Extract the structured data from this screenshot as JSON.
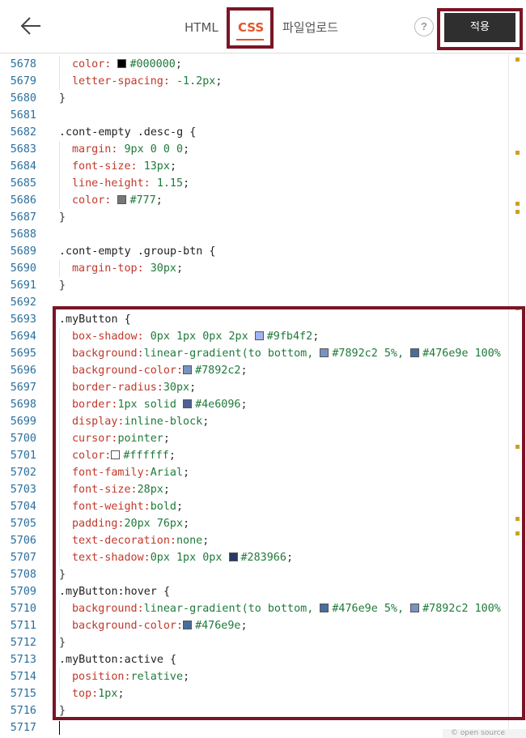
{
  "header": {
    "tabs": [
      "HTML",
      "CSS",
      "파일업로드"
    ],
    "active_tab": "CSS",
    "help_label": "?",
    "apply_label": "적용"
  },
  "editor": {
    "accent_color": "#e2572b",
    "highlight_color": "#7a1526",
    "lines": [
      {
        "n": "5678",
        "ind": 1,
        "segs": [
          [
            "p",
            "color: "
          ],
          [
            "sw",
            "#000000"
          ],
          [
            "v",
            "#000000"
          ],
          [
            "c",
            ";"
          ]
        ]
      },
      {
        "n": "5679",
        "ind": 1,
        "segs": [
          [
            "p",
            "letter-spacing: "
          ],
          [
            "v",
            "-1.2px"
          ],
          [
            "c",
            ";"
          ]
        ]
      },
      {
        "n": "5680",
        "ind": 0,
        "segs": [
          [
            "c",
            "}"
          ]
        ]
      },
      {
        "n": "5681",
        "ind": 0,
        "segs": []
      },
      {
        "n": "5682",
        "ind": 0,
        "segs": [
          [
            "s",
            ".cont-empty .desc-g {"
          ]
        ]
      },
      {
        "n": "5683",
        "ind": 1,
        "segs": [
          [
            "p",
            "margin: "
          ],
          [
            "v",
            "9px 0 0 0"
          ],
          [
            "c",
            ";"
          ]
        ]
      },
      {
        "n": "5684",
        "ind": 1,
        "segs": [
          [
            "p",
            "font-size: "
          ],
          [
            "v",
            "13px"
          ],
          [
            "c",
            ";"
          ]
        ]
      },
      {
        "n": "5685",
        "ind": 1,
        "segs": [
          [
            "p",
            "line-height: "
          ],
          [
            "v",
            "1.15"
          ],
          [
            "c",
            ";"
          ]
        ]
      },
      {
        "n": "5686",
        "ind": 1,
        "segs": [
          [
            "p",
            "color: "
          ],
          [
            "sw",
            "#777777"
          ],
          [
            "v",
            "#777"
          ],
          [
            "c",
            ";"
          ]
        ]
      },
      {
        "n": "5687",
        "ind": 0,
        "segs": [
          [
            "c",
            "}"
          ]
        ]
      },
      {
        "n": "5688",
        "ind": 0,
        "segs": []
      },
      {
        "n": "5689",
        "ind": 0,
        "segs": [
          [
            "s",
            ".cont-empty .group-btn {"
          ]
        ]
      },
      {
        "n": "5690",
        "ind": 1,
        "segs": [
          [
            "p",
            "margin-top: "
          ],
          [
            "v",
            "30px"
          ],
          [
            "c",
            ";"
          ]
        ]
      },
      {
        "n": "5691",
        "ind": 0,
        "segs": [
          [
            "c",
            "}"
          ]
        ]
      },
      {
        "n": "5692",
        "ind": 0,
        "segs": []
      },
      {
        "n": "5693",
        "ind": 0,
        "segs": [
          [
            "s",
            ".myButton {"
          ]
        ]
      },
      {
        "n": "5694",
        "ind": 1,
        "segs": [
          [
            "p",
            "box-shadow: "
          ],
          [
            "v",
            "0px 1px 0px 2px "
          ],
          [
            "sw",
            "#9fb4f2"
          ],
          [
            "v",
            "#9fb4f2"
          ],
          [
            "c",
            ";"
          ]
        ]
      },
      {
        "n": "5695",
        "ind": 1,
        "segs": [
          [
            "p",
            "background:"
          ],
          [
            "v",
            "linear-gradient(to bottom, "
          ],
          [
            "sw",
            "#7892c2"
          ],
          [
            "v",
            "#7892c2 5%, "
          ],
          [
            "sw",
            "#476e9e"
          ],
          [
            "v",
            "#476e9e 100%"
          ]
        ]
      },
      {
        "n": "5696",
        "ind": 1,
        "segs": [
          [
            "p",
            "background-color:"
          ],
          [
            "sw",
            "#7892c2"
          ],
          [
            "v",
            "#7892c2"
          ],
          [
            "c",
            ";"
          ]
        ]
      },
      {
        "n": "5697",
        "ind": 1,
        "segs": [
          [
            "p",
            "border-radius:"
          ],
          [
            "v",
            "30px"
          ],
          [
            "c",
            ";"
          ]
        ]
      },
      {
        "n": "5698",
        "ind": 1,
        "segs": [
          [
            "p",
            "border:"
          ],
          [
            "v",
            "1px solid "
          ],
          [
            "sw",
            "#4e6096"
          ],
          [
            "v",
            "#4e6096"
          ],
          [
            "c",
            ";"
          ]
        ]
      },
      {
        "n": "5699",
        "ind": 1,
        "segs": [
          [
            "p",
            "display:"
          ],
          [
            "v",
            "inline-block"
          ],
          [
            "c",
            ";"
          ]
        ]
      },
      {
        "n": "5700",
        "ind": 1,
        "segs": [
          [
            "p",
            "cursor:"
          ],
          [
            "v",
            "pointer"
          ],
          [
            "c",
            ";"
          ]
        ]
      },
      {
        "n": "5701",
        "ind": 1,
        "segs": [
          [
            "p",
            "color:"
          ],
          [
            "sw",
            "#ffffff"
          ],
          [
            "v",
            "#ffffff"
          ],
          [
            "c",
            ";"
          ]
        ]
      },
      {
        "n": "5702",
        "ind": 1,
        "segs": [
          [
            "p",
            "font-family:"
          ],
          [
            "v",
            "Arial"
          ],
          [
            "c",
            ";"
          ]
        ]
      },
      {
        "n": "5703",
        "ind": 1,
        "segs": [
          [
            "p",
            "font-size:"
          ],
          [
            "v",
            "28px"
          ],
          [
            "c",
            ";"
          ]
        ]
      },
      {
        "n": "5704",
        "ind": 1,
        "segs": [
          [
            "p",
            "font-weight:"
          ],
          [
            "v",
            "bold"
          ],
          [
            "c",
            ";"
          ]
        ]
      },
      {
        "n": "5705",
        "ind": 1,
        "segs": [
          [
            "p",
            "padding:"
          ],
          [
            "v",
            "20px 76px"
          ],
          [
            "c",
            ";"
          ]
        ]
      },
      {
        "n": "5706",
        "ind": 1,
        "segs": [
          [
            "p",
            "text-decoration:"
          ],
          [
            "v",
            "none"
          ],
          [
            "c",
            ";"
          ]
        ]
      },
      {
        "n": "5707",
        "ind": 1,
        "segs": [
          [
            "p",
            "text-shadow:"
          ],
          [
            "v",
            "0px 1px 0px "
          ],
          [
            "sw",
            "#283966"
          ],
          [
            "v",
            "#283966"
          ],
          [
            "c",
            ";"
          ]
        ]
      },
      {
        "n": "5708",
        "ind": 0,
        "segs": [
          [
            "c",
            "}"
          ]
        ]
      },
      {
        "n": "5709",
        "ind": 0,
        "segs": [
          [
            "s",
            ".myButton:hover {"
          ]
        ]
      },
      {
        "n": "5710",
        "ind": 1,
        "segs": [
          [
            "p",
            "background:"
          ],
          [
            "v",
            "linear-gradient(to bottom, "
          ],
          [
            "sw",
            "#476e9e"
          ],
          [
            "v",
            "#476e9e 5%, "
          ],
          [
            "sw",
            "#7892c2"
          ],
          [
            "v",
            "#7892c2 100%"
          ]
        ]
      },
      {
        "n": "5711",
        "ind": 1,
        "segs": [
          [
            "p",
            "background-color:"
          ],
          [
            "sw",
            "#476e9e"
          ],
          [
            "v",
            "#476e9e"
          ],
          [
            "c",
            ";"
          ]
        ]
      },
      {
        "n": "5712",
        "ind": 0,
        "segs": [
          [
            "c",
            "}"
          ]
        ]
      },
      {
        "n": "5713",
        "ind": 0,
        "segs": [
          [
            "s",
            ".myButton:active {"
          ]
        ]
      },
      {
        "n": "5714",
        "ind": 1,
        "segs": [
          [
            "p",
            "position:"
          ],
          [
            "v",
            "relative"
          ],
          [
            "c",
            ";"
          ]
        ]
      },
      {
        "n": "5715",
        "ind": 1,
        "segs": [
          [
            "p",
            "top:"
          ],
          [
            "v",
            "1px"
          ],
          [
            "c",
            ";"
          ]
        ]
      },
      {
        "n": "5716",
        "ind": 0,
        "segs": [
          [
            "c",
            "}"
          ]
        ]
      },
      {
        "n": "5717",
        "ind": 0,
        "segs": []
      }
    ]
  },
  "footer_badge": "© open source"
}
